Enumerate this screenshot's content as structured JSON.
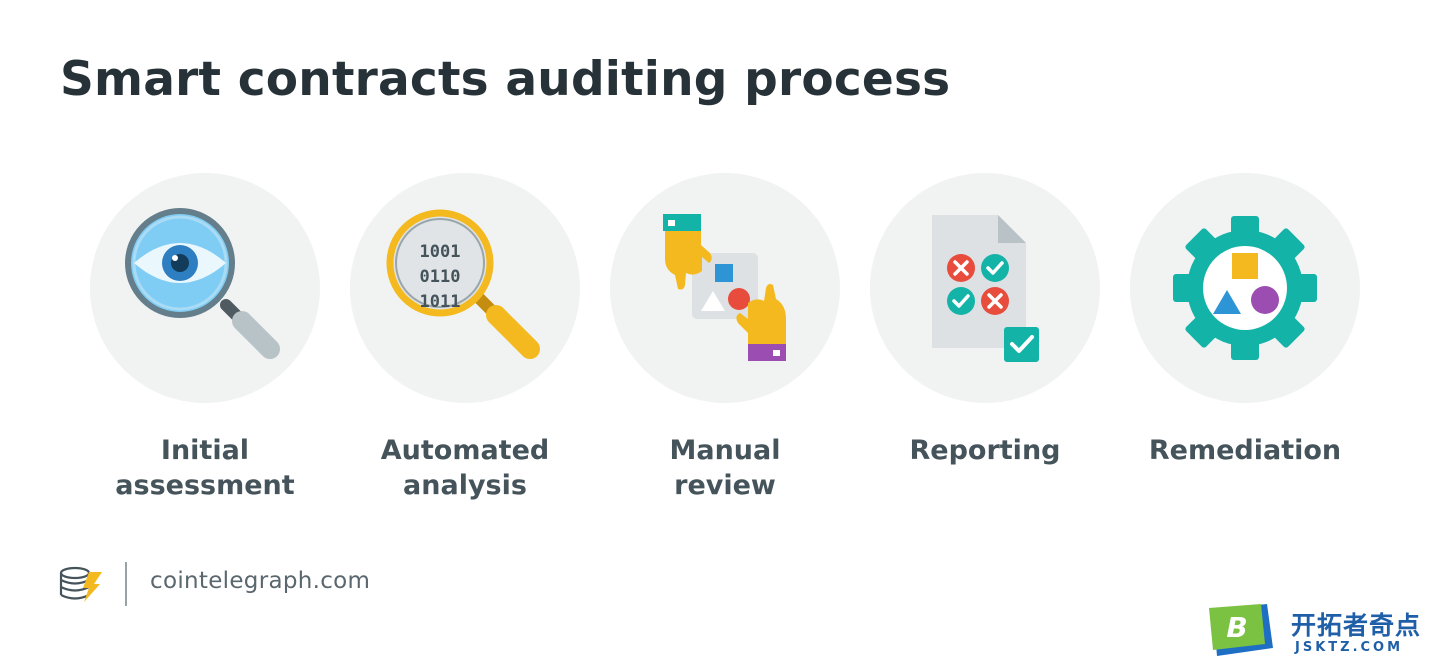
{
  "title": "Smart contracts auditing process",
  "steps": [
    {
      "label": "Initial\nassessment",
      "icon": "eye-magnifier-icon"
    },
    {
      "label": "Automated\nanalysis",
      "icon": "binary-magnifier-icon"
    },
    {
      "label": "Manual\nreview",
      "icon": "hands-shapes-icon"
    },
    {
      "label": "Reporting",
      "icon": "report-document-icon"
    },
    {
      "label": "Remediation",
      "icon": "gear-shapes-icon"
    }
  ],
  "binary": {
    "row1": "1001",
    "row2": "0110",
    "row3": "1011"
  },
  "footer": {
    "site": "cointelegraph.com"
  },
  "watermark": {
    "badge": "B",
    "title": "开拓者奇点",
    "subtitle": "JSKTZ.COM"
  },
  "colors": {
    "title": "#263238",
    "label": "#45535b",
    "circle": "#f1f2f2",
    "teal": "#14b3a8",
    "yellow": "#f4b91e",
    "red": "#e84c3d",
    "blue": "#2d95d6",
    "purple": "#9c4db1"
  }
}
